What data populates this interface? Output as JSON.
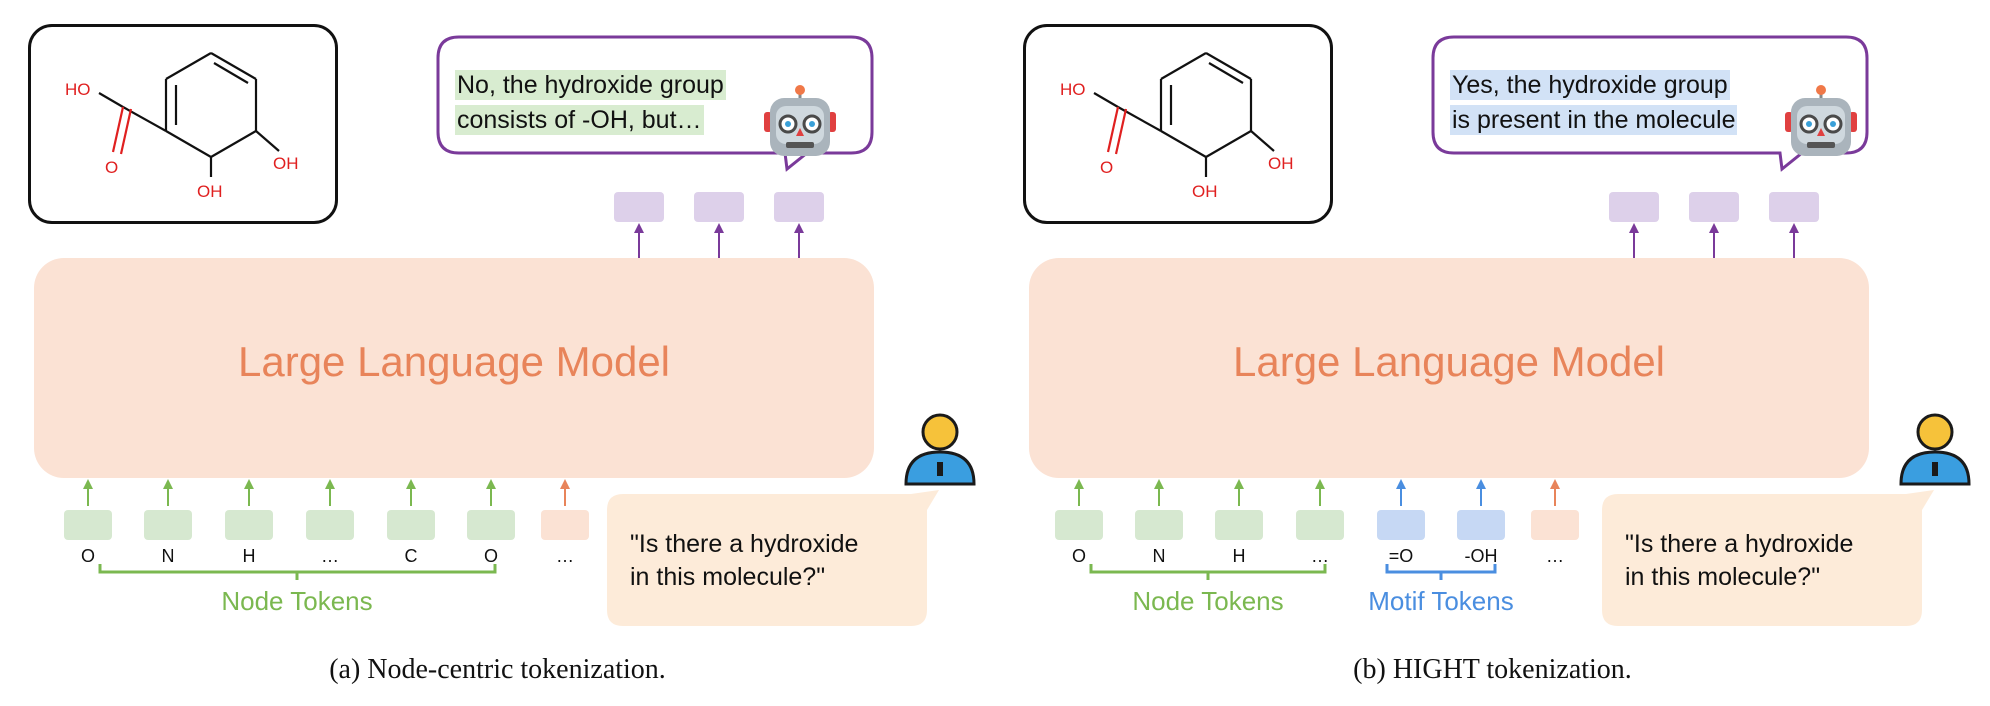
{
  "colors": {
    "llm_fill": "#fbe2d4",
    "llm_text": "#e8845a",
    "node_token": "#d6e8d0",
    "motif_token": "#c6d8f4",
    "text_token": "#fbe2d4",
    "output_token": "#ddd0ea",
    "node_group": "#7bb850",
    "motif_group": "#4a8ee0",
    "purple_outline": "#7a3a9a",
    "wrong_highlight": "#d8ecd0",
    "right_highlight": "#d2e2f6",
    "molecule_red": "#e02020"
  },
  "panels": [
    {
      "molecule": {
        "atoms": [
          "HO",
          "O",
          "OH",
          "OH"
        ]
      },
      "bot_answer": [
        "No, the hydroxide group",
        "consists of -OH, but…"
      ],
      "bot_highlight": "green",
      "llm_label": "Large Language Model",
      "tokens": [
        {
          "label": "O",
          "kind": "node"
        },
        {
          "label": "N",
          "kind": "node"
        },
        {
          "label": "H",
          "kind": "node"
        },
        {
          "label": "…",
          "kind": "node"
        },
        {
          "label": "C",
          "kind": "node"
        },
        {
          "label": "O",
          "kind": "node"
        },
        {
          "label": "…",
          "kind": "text"
        }
      ],
      "groups": [
        {
          "label": "Node Tokens",
          "kind": "node"
        }
      ],
      "user_question": [
        "\"Is there a hydroxide",
        "in this molecule?\""
      ],
      "caption": "(a)  Node-centric tokenization.",
      "icons": [
        "robot-icon",
        "user-icon"
      ]
    },
    {
      "molecule": {
        "atoms": [
          "HO",
          "O",
          "OH",
          "OH"
        ]
      },
      "bot_answer": [
        "Yes, the hydroxide group",
        "is present in the molecule"
      ],
      "bot_highlight": "blue",
      "llm_label": "Large Language Model",
      "tokens": [
        {
          "label": "O",
          "kind": "node"
        },
        {
          "label": "N",
          "kind": "node"
        },
        {
          "label": "H",
          "kind": "node"
        },
        {
          "label": "…",
          "kind": "node"
        },
        {
          "label": "=O",
          "kind": "motif"
        },
        {
          "label": "-OH",
          "kind": "motif"
        },
        {
          "label": "…",
          "kind": "text"
        }
      ],
      "groups": [
        {
          "label": "Node Tokens",
          "kind": "node"
        },
        {
          "label": "Motif Tokens",
          "kind": "motif"
        }
      ],
      "user_question": [
        "\"Is there a hydroxide",
        "in this molecule?\""
      ],
      "caption": "(b)  HIGHT tokenization.",
      "icons": [
        "robot-icon",
        "user-icon"
      ]
    }
  ]
}
